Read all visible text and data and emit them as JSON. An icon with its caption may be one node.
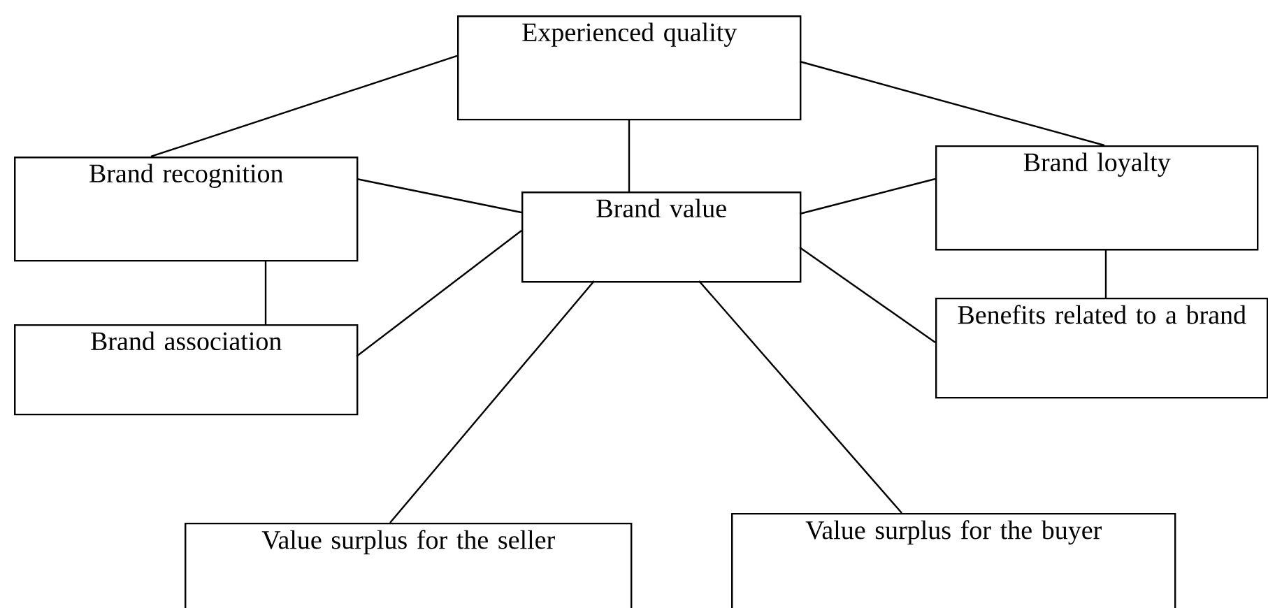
{
  "diagram": {
    "nodes": [
      {
        "text": [
          "Experienced quality"
        ]
      },
      {
        "text": [
          "Brand recognition"
        ]
      },
      {
        "text": [
          "Brand value"
        ]
      },
      {
        "text": [
          "Brand loyalty"
        ]
      },
      {
        "text": [
          "Brand association"
        ]
      },
      {
        "text": [
          "Benefits related to a brand"
        ]
      },
      {
        "text": [
          "Value surplus for the seller"
        ]
      },
      {
        "text": [
          "Value surplus for the buyer"
        ]
      }
    ],
    "edges": [
      {
        "from": 0,
        "to": 1,
        "arrow": "none"
      },
      {
        "from": 0,
        "to": 3,
        "arrow": "none"
      },
      {
        "from": 0,
        "to": 2,
        "arrow": "none"
      },
      {
        "from": 1,
        "to": 2,
        "arrow": "none"
      },
      {
        "from": 2,
        "to": 3,
        "arrow": "none"
      },
      {
        "from": 1,
        "to": 4,
        "arrow": "none"
      },
      {
        "from": 3,
        "to": 5,
        "arrow": "none"
      },
      {
        "from": 2,
        "to": 4,
        "arrow": "none"
      },
      {
        "from": 2,
        "to": 5,
        "arrow": "none"
      },
      {
        "from": 2,
        "to": 6,
        "arrow": "none"
      },
      {
        "from": 2,
        "to": 7,
        "arrow": "none"
      }
    ]
  }
}
